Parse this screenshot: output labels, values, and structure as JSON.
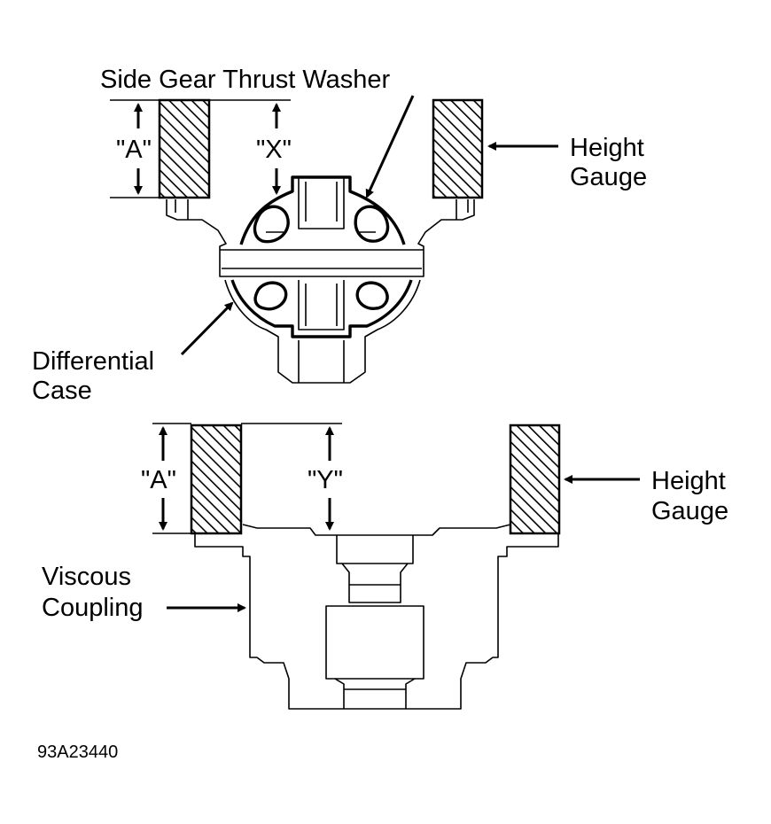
{
  "labels": {
    "side_gear_thrust_washer": "Side Gear Thrust Washer",
    "height_gauge_top_line1": "Height",
    "height_gauge_top_line2": "Gauge",
    "height_gauge_bottom_line1": "Height",
    "height_gauge_bottom_line2": "Gauge",
    "differential_case_line1": "Differential",
    "differential_case_line2": "Case",
    "viscous_coupling_line1": "Viscous",
    "viscous_coupling_line2": "Coupling",
    "dim_a_top": "\"A\"",
    "dim_x": "\"X\"",
    "dim_a_bottom": "\"A\"",
    "dim_y": "\"Y\""
  },
  "figure_code": "93A23440"
}
